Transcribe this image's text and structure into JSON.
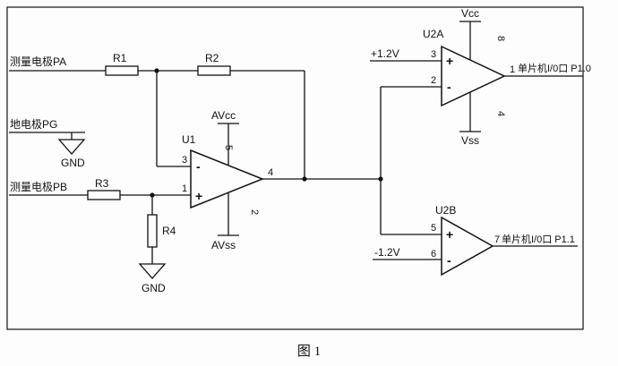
{
  "caption": "图 1",
  "inputs": {
    "pa_label": "测量电极PA",
    "pg_label": "地电极PG",
    "pb_label": "测量电极PB"
  },
  "grounds": {
    "gnd1": "GND",
    "gnd2": "GND"
  },
  "resistors": {
    "r1": "R1",
    "r2": "R2",
    "r3": "R3",
    "r4": "R4"
  },
  "u1": {
    "name": "U1",
    "power_top": "AVcc",
    "power_bottom": "AVss",
    "pin_in_minus": "3",
    "pin_in_plus": "1",
    "pin_out": "4",
    "pin_power_top": "5",
    "pin_power_bottom": "2",
    "minus_sign": "-",
    "plus_sign": "+"
  },
  "u2a": {
    "name": "U2A",
    "power_top": "Vcc",
    "power_bottom": "Vss",
    "ref_label": "+1.2V",
    "pin_in_plus": "3",
    "pin_in_minus": "2",
    "pin_out": "1",
    "pin_power_top": "8",
    "pin_power_bottom": "4",
    "minus_sign": "-",
    "plus_sign": "+",
    "output_label": "单片机I/0口 P1.0"
  },
  "u2b": {
    "name": "U2B",
    "ref_label": "-1.2V",
    "pin_in_plus": "5",
    "pin_in_minus": "6",
    "pin_out": "7",
    "minus_sign": "-",
    "plus_sign": "+",
    "output_label": "单片机I/0口 P1.1"
  }
}
